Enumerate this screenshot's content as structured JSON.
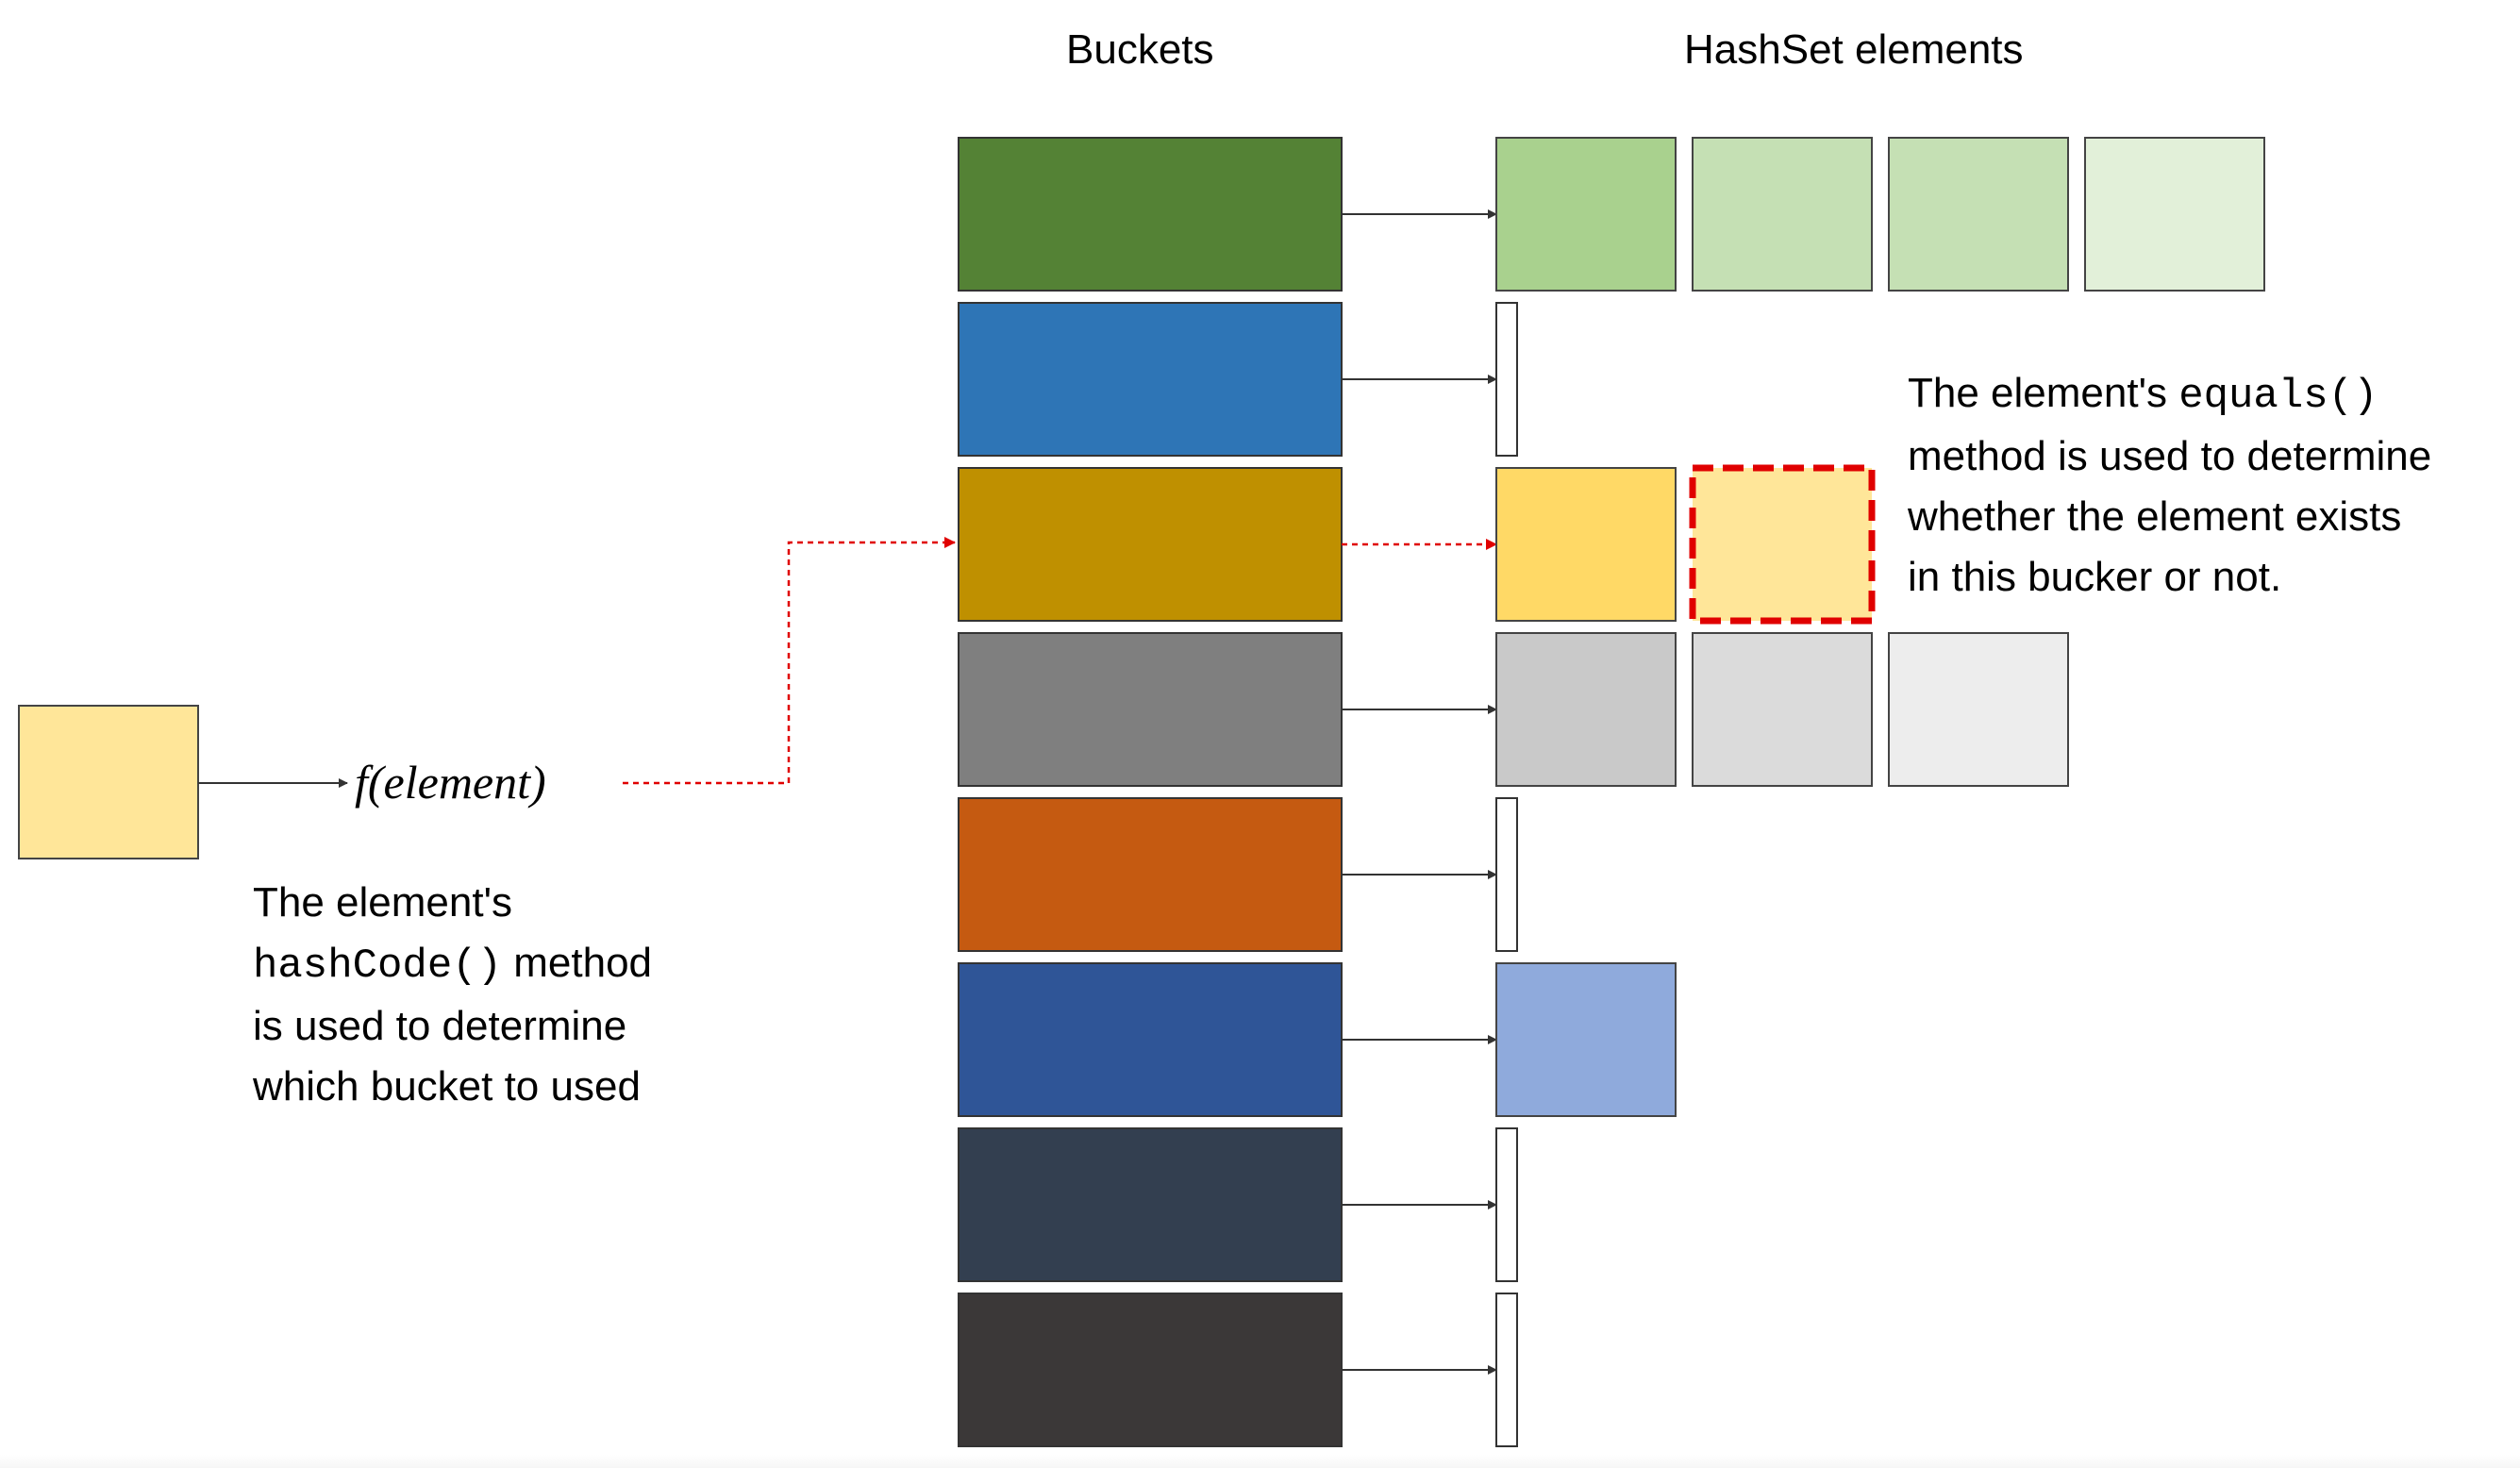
{
  "headings": {
    "buckets": "Buckets",
    "elements": "HashSet elements"
  },
  "function_label": "f(element)",
  "left_note": {
    "line1": "The element's",
    "code": "hashCode()",
    "line2_suffix": " method",
    "line3": "is used to determine",
    "line4": "which bucket to used"
  },
  "right_note": {
    "prefix": "The element's ",
    "code": "equals()",
    "line2": "method is used to determine",
    "line3": "whether the element exists",
    "line4": "in this bucker or not."
  },
  "colors": {
    "input_element": "#FFE699",
    "highlight_dashed": "#E00000",
    "buckets": [
      "#548235",
      "#2E75B6",
      "#BF9000",
      "#7F7F7F",
      "#C55A11",
      "#2F5597",
      "#333F50",
      "#3B3838"
    ],
    "elements": [
      [
        "#A9D18E",
        "#C5E0B4",
        "#C5E0B4",
        "#E2F0D9"
      ],
      [],
      [
        "#FFD966",
        "#FFE699"
      ],
      [
        "#C9C9C9",
        "#DBDBDB",
        "#EDEDED"
      ],
      [],
      [
        "#8FAADC"
      ],
      [],
      []
    ]
  }
}
